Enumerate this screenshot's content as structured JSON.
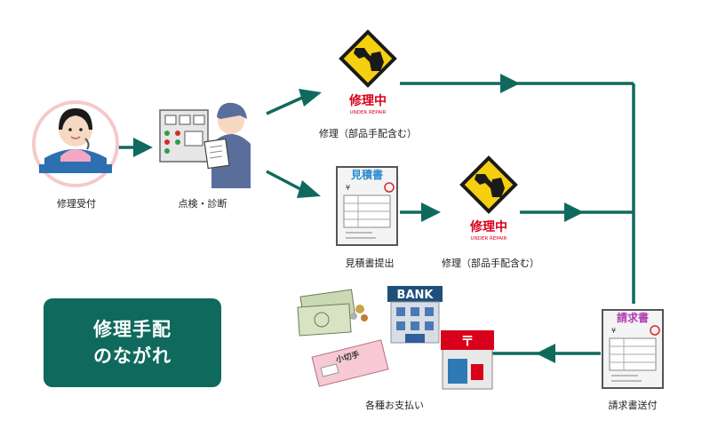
{
  "colors": {
    "flow": "#0f6a5d",
    "sign": "#f5cf10",
    "red": "#d9001b",
    "title_bg": "#0f6a5d"
  },
  "title": {
    "line1": "修理手配",
    "line2": "のながれ"
  },
  "steps": {
    "reception": "修理受付",
    "inspection": "点検・診断",
    "repair_top": "修理（部品手配含む）",
    "estimate": "見積書提出",
    "repair_bottom": "修理（部品手配含む）",
    "invoice": "請求書送付",
    "payment": "各種お支払い"
  },
  "signs": {
    "text": "修理中",
    "sub": "UNDER REPAIR"
  },
  "docs": {
    "estimate": "見積書",
    "invoice": "請求書",
    "currency": "¥"
  },
  "bank": {
    "text": "BANK"
  },
  "check": {
    "text": "小切手"
  },
  "icons": [
    "operator-icon",
    "inspector-icon",
    "repair-sign-icon",
    "estimate-doc-icon",
    "invoice-doc-icon",
    "bank-icon",
    "post-office-icon",
    "money-icon",
    "check-icon"
  ]
}
